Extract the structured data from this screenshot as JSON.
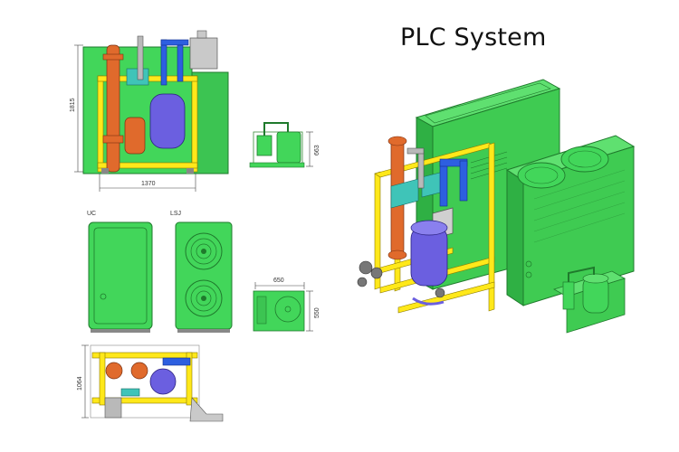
{
  "title": "PLC System",
  "colors": {
    "frame_green": "#42d65a",
    "frame_dark": "#1f7a2c",
    "yellow": "#ffe81a",
    "orange": "#e06a2c",
    "blue": "#2d5fe0",
    "purple": "#6b5fe0",
    "teal": "#3fc4b8",
    "gray": "#b9b9b9"
  },
  "views": {
    "front": {
      "height_label": "1815",
      "width_label": "1370"
    },
    "side_small": {
      "height_label": "663"
    },
    "uc_label": "UC",
    "lsj_label": "LSJ",
    "small_unit": {
      "width_label": "650",
      "height_label": "550"
    },
    "bottom": {
      "height_label": "1064"
    }
  }
}
